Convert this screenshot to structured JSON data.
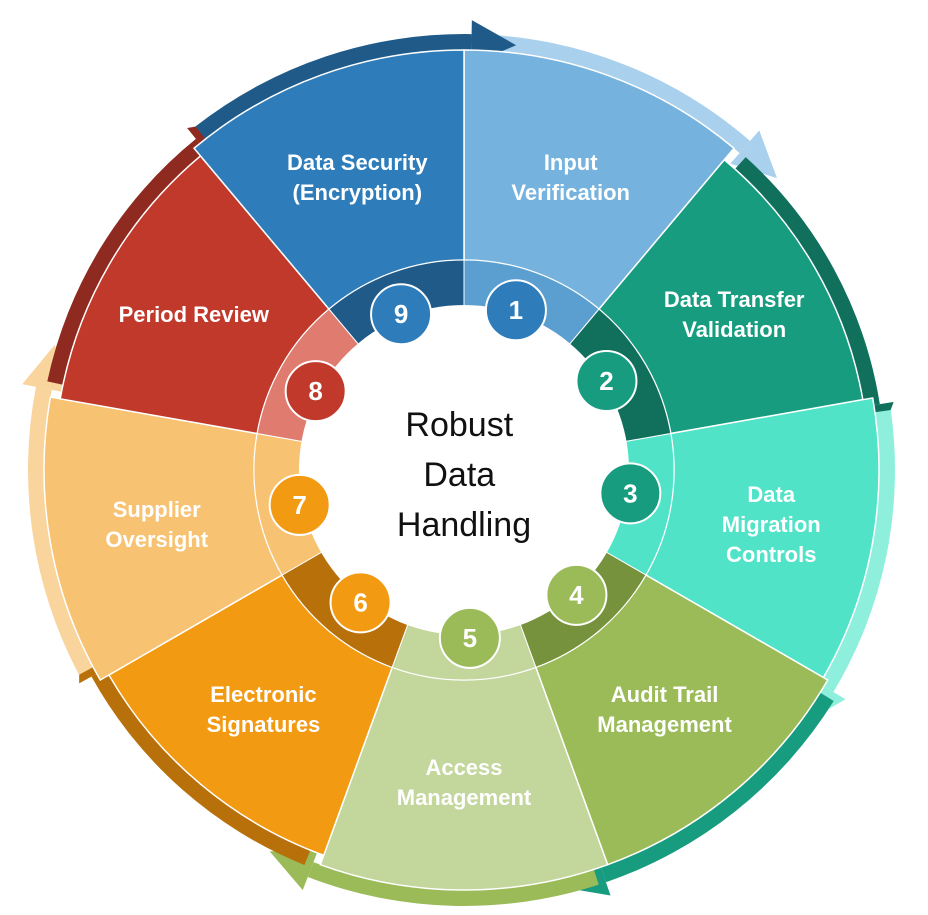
{
  "center_title": [
    "Robust",
    "Data",
    "Handling"
  ],
  "segments": [
    {
      "number": "1",
      "label": [
        "Input",
        "Verification"
      ],
      "color": "#75b3de",
      "ring": "#5a9fd0",
      "badge": "#2e7dba",
      "arrow": "#a9d0ec"
    },
    {
      "number": "2",
      "label": [
        "Data Transfer",
        "Validation"
      ],
      "color": "#179c80",
      "ring": "#10705c",
      "badge": "#179c80",
      "arrow": "#10705c"
    },
    {
      "number": "3",
      "label": [
        "Data",
        "Migration",
        "Controls"
      ],
      "color": "#50e3c8",
      "ring": "#50e3c8",
      "badge": "#179c80",
      "arrow": "#8ef0dc"
    },
    {
      "number": "4",
      "label": [
        "Audit Trail",
        "Management"
      ],
      "color": "#9bbb59",
      "ring": "#76923c",
      "badge": "#9bbb59",
      "arrow": "#179c80"
    },
    {
      "number": "5",
      "label": [
        "Access",
        "Management"
      ],
      "color": "#c3d69b",
      "ring": "#c3d69b",
      "badge": "#9bbb59",
      "arrow": "#9bbb59"
    },
    {
      "number": "6",
      "label": [
        "Electronic",
        "Signatures"
      ],
      "color": "#f29a12",
      "ring": "#b8700a",
      "badge": "#f29a12",
      "arrow": "#b8700a"
    },
    {
      "number": "7",
      "label": [
        "Supplier",
        "Oversight"
      ],
      "color": "#f7c272",
      "ring": "#f7c272",
      "badge": "#f29a12",
      "arrow": "#f9d49c"
    },
    {
      "number": "8",
      "label": [
        "Period Review"
      ],
      "color": "#c0392b",
      "ring": "#e07b70",
      "badge": "#c0392b",
      "arrow": "#8e2a20"
    },
    {
      "number": "9",
      "label": [
        "Data Security",
        "(Encryption)"
      ],
      "color": "#2e7dba",
      "ring": "#1f5a88",
      "badge": "#2e7dba",
      "arrow": "#1f5a88"
    }
  ]
}
